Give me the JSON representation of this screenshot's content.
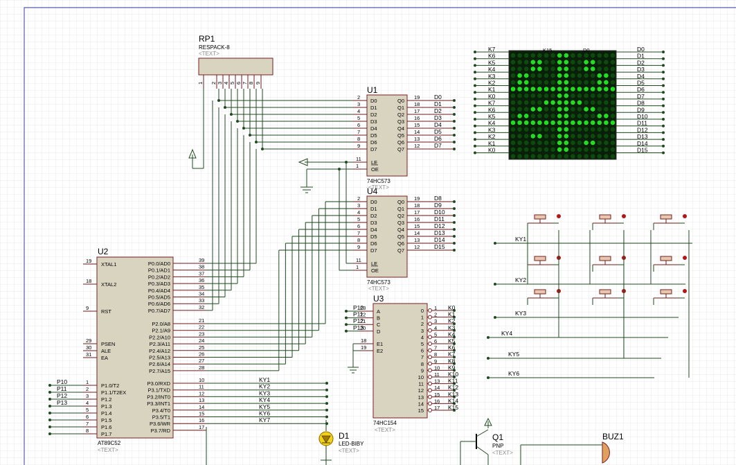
{
  "u2": {
    "ref": "U2",
    "type": "AT89C52",
    "text": "<TEXT>",
    "left_pins": [
      {
        "num": "19",
        "name": "XTAL1"
      },
      {
        "num": "18",
        "name": "XTAL2"
      },
      {
        "num": "9",
        "name": "RST"
      },
      {
        "num": "29",
        "name": "PSEN"
      },
      {
        "num": "30",
        "name": "ALE"
      },
      {
        "num": "31",
        "name": "EA"
      },
      {
        "num": "1",
        "name": "P1.0/T2"
      },
      {
        "num": "2",
        "name": "P1.1/T2EX"
      },
      {
        "num": "3",
        "name": "P1.2"
      },
      {
        "num": "4",
        "name": "P1.3"
      },
      {
        "num": "5",
        "name": "P1.4"
      },
      {
        "num": "6",
        "name": "P1.5"
      },
      {
        "num": "7",
        "name": "P1.6"
      },
      {
        "num": "8",
        "name": "P1.7"
      }
    ],
    "right_pins": [
      {
        "num": "39",
        "name": "P0.0/AD0"
      },
      {
        "num": "38",
        "name": "P0.1/AD1"
      },
      {
        "num": "37",
        "name": "P0.2/AD2"
      },
      {
        "num": "36",
        "name": "P0.3/AD3"
      },
      {
        "num": "35",
        "name": "P0.4/AD4"
      },
      {
        "num": "34",
        "name": "P0.5/AD5"
      },
      {
        "num": "33",
        "name": "P0.6/AD6"
      },
      {
        "num": "32",
        "name": "P0.7/AD7"
      },
      {
        "num": "21",
        "name": "P2.0/A8"
      },
      {
        "num": "22",
        "name": "P2.1/A9"
      },
      {
        "num": "23",
        "name": "P2.2/A10"
      },
      {
        "num": "24",
        "name": "P2.3/A11"
      },
      {
        "num": "25",
        "name": "P2.4/A12"
      },
      {
        "num": "26",
        "name": "P2.5/A13"
      },
      {
        "num": "27",
        "name": "P2.6/A14"
      },
      {
        "num": "28",
        "name": "P2.7/A15"
      },
      {
        "num": "10",
        "name": "P3.0/RXD"
      },
      {
        "num": "11",
        "name": "P3.1/TXD"
      },
      {
        "num": "12",
        "name": "P3.2/INT0"
      },
      {
        "num": "13",
        "name": "P3.3/INT1"
      },
      {
        "num": "14",
        "name": "P3.4/T0"
      },
      {
        "num": "15",
        "name": "P3.5/T1"
      },
      {
        "num": "16",
        "name": "P3.6/WR"
      },
      {
        "num": "17",
        "name": "P3.7/RD"
      }
    ],
    "p1_nets": [
      "P10",
      "P11",
      "P12",
      "P13"
    ],
    "p3_nets": [
      "KY1",
      "KY2",
      "KY3",
      "KY4",
      "KY5",
      "KY6",
      "KY7"
    ]
  },
  "rp1": {
    "ref": "RP1",
    "type": "RESPACK-8",
    "text": "<TEXT>",
    "pins": [
      "1",
      "2",
      "3",
      "4",
      "5",
      "6",
      "7",
      "8",
      "9"
    ]
  },
  "u1": {
    "ref": "U1",
    "type": "74HC573",
    "text": "<TEXT>",
    "in_pins": [
      {
        "num": "2",
        "name": "D0"
      },
      {
        "num": "3",
        "name": "D1"
      },
      {
        "num": "4",
        "name": "D2"
      },
      {
        "num": "5",
        "name": "D3"
      },
      {
        "num": "6",
        "name": "D4"
      },
      {
        "num": "7",
        "name": "D5"
      },
      {
        "num": "8",
        "name": "D6"
      },
      {
        "num": "9",
        "name": "D7"
      }
    ],
    "ctl_pins": [
      {
        "num": "11",
        "name": "LE"
      },
      {
        "num": "1",
        "name": "OE"
      }
    ],
    "out_pins": [
      {
        "num": "19",
        "name": "Q0"
      },
      {
        "num": "18",
        "name": "Q1"
      },
      {
        "num": "17",
        "name": "Q2"
      },
      {
        "num": "16",
        "name": "Q3"
      },
      {
        "num": "15",
        "name": "Q4"
      },
      {
        "num": "14",
        "name": "Q5"
      },
      {
        "num": "13",
        "name": "Q6"
      },
      {
        "num": "12",
        "name": "Q7"
      }
    ],
    "nets": [
      "D0",
      "D1",
      "D2",
      "D3",
      "D4",
      "D5",
      "D6",
      "D7"
    ]
  },
  "u4": {
    "ref": "U4",
    "type": "74HC573",
    "text": "<TEXT>",
    "nets": [
      "D8",
      "D9",
      "D10",
      "D11",
      "D12",
      "D13",
      "D14",
      "D15"
    ]
  },
  "u3": {
    "ref": "U3",
    "type": "74HC154",
    "text": "<TEXT>",
    "in_pins": [
      {
        "num": "23",
        "name": "A",
        "net": "P10"
      },
      {
        "num": "22",
        "name": "B",
        "net": "P11"
      },
      {
        "num": "21",
        "name": "C",
        "net": "P12"
      },
      {
        "num": "20",
        "name": "D",
        "net": "P13"
      }
    ],
    "en_pins": [
      {
        "num": "18",
        "name": "E1"
      },
      {
        "num": "19",
        "name": "E2"
      }
    ],
    "out_nums": [
      "1",
      "2",
      "3",
      "4",
      "5",
      "6",
      "7",
      "8",
      "9",
      "10",
      "11",
      "13",
      "14",
      "15",
      "16",
      "17"
    ],
    "out_names": [
      "0",
      "1",
      "2",
      "3",
      "4",
      "5",
      "6",
      "7",
      "8",
      "9",
      "10",
      "11",
      "12",
      "13",
      "14",
      "15"
    ],
    "nets": [
      "K0",
      "K1",
      "K2",
      "K3",
      "K4",
      "K5",
      "K6",
      "K7",
      "K8",
      "K9",
      "K10",
      "K11",
      "K12",
      "K13",
      "K14",
      "K15"
    ]
  },
  "matrix": {
    "top_labels": [
      "K15",
      "D0"
    ],
    "left_nets": [
      "K7",
      "K6",
      "K5",
      "K4",
      "K3",
      "K2",
      "K1",
      "K0",
      "K7",
      "K6",
      "K5",
      "K4",
      "K3",
      "K2",
      "K1",
      "K0"
    ],
    "right_nets": [
      "D0",
      "D1",
      "D2",
      "D3",
      "D4",
      "D5",
      "D6",
      "D7",
      "D8",
      "D9",
      "D10",
      "D11",
      "D12",
      "D13",
      "D14",
      "D15"
    ],
    "on_color": "#22dd22",
    "off_color": "#0d4a0d",
    "bg_color": "#0a1f0a"
  },
  "keypad": {
    "nets": [
      "KY1",
      "KY2",
      "KY3",
      "KY4",
      "KY5",
      "KY6"
    ]
  },
  "d1": {
    "ref": "D1",
    "type": "LED-BIBY",
    "text": "<TEXT>"
  },
  "q1": {
    "ref": "Q1",
    "type": "PNP",
    "text": "<TEXT>"
  },
  "buz1": {
    "ref": "BUZ1"
  }
}
